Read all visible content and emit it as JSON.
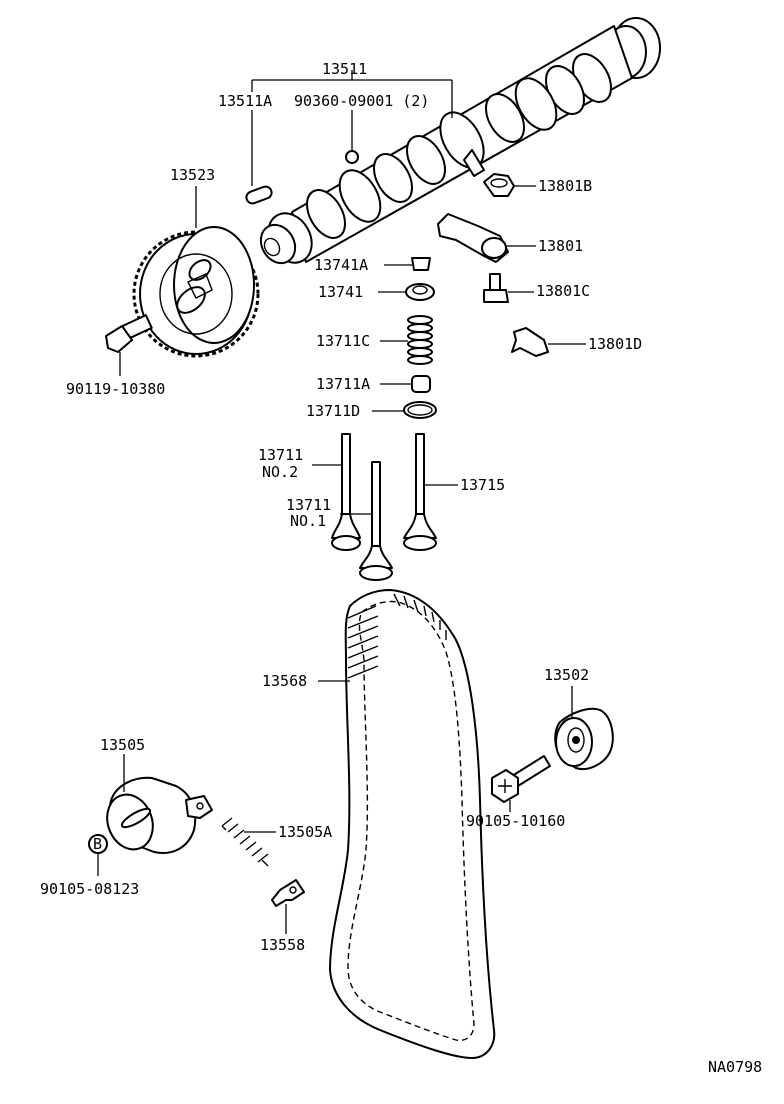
{
  "diagram_id": "NA0798",
  "labels": {
    "p13511": "13511",
    "p13511A": "13511A",
    "p90360": "90360-09001 (2)",
    "p13523": "13523",
    "p13801B": "13801B",
    "p13801": "13801",
    "p13741A": "13741A",
    "p13741": "13741",
    "p13801C": "13801C",
    "p13711C": "13711C",
    "p13801D": "13801D",
    "p90119": "90119-10380",
    "p13711A": "13711A",
    "p13711D": "13711D",
    "p13711_no2": "13711",
    "no2": "NO.2",
    "p13715": "13715",
    "p13711_no1": "13711",
    "no1": "NO.1",
    "p13568": "13568",
    "p13502": "13502",
    "p13505": "13505",
    "p90105_10160": "90105-10160",
    "p13505A": "13505A",
    "b_marker": "B",
    "p90105_08123": "90105-08123",
    "p13558": "13558"
  }
}
